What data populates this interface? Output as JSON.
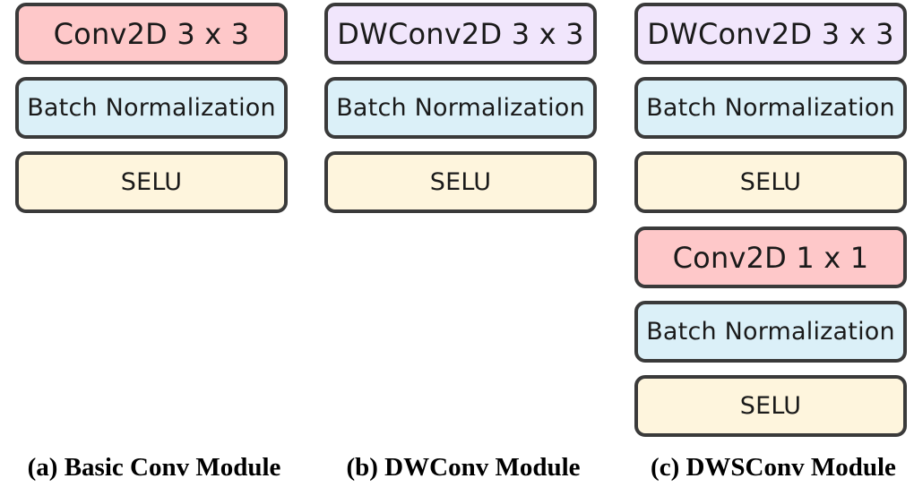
{
  "modules": [
    {
      "caption": "(a) Basic Conv Module",
      "layers": [
        {
          "label": "Conv2D 3 x 3",
          "type": "conv"
        },
        {
          "label": "Batch Normalization",
          "type": "bn"
        },
        {
          "label": "SELU",
          "type": "selu"
        }
      ]
    },
    {
      "caption": "(b) DWConv Module",
      "layers": [
        {
          "label": "DWConv2D 3 x 3",
          "type": "dw"
        },
        {
          "label": "Batch Normalization",
          "type": "bn"
        },
        {
          "label": "SELU",
          "type": "selu"
        }
      ]
    },
    {
      "caption": "(c) DWSConv Module",
      "layers": [
        {
          "label": "DWConv2D 3 x 3",
          "type": "dw"
        },
        {
          "label": "Batch Normalization",
          "type": "bn"
        },
        {
          "label": "SELU",
          "type": "selu"
        },
        {
          "label": "Conv2D 1 x 1",
          "type": "conv"
        },
        {
          "label": "Batch Normalization",
          "type": "bn"
        },
        {
          "label": "SELU",
          "type": "selu"
        }
      ]
    }
  ],
  "colors": {
    "conv": "#fec8c9",
    "dw": "#f1e6fc",
    "bn": "#dbf0f8",
    "selu": "#fef5dd",
    "border": "#3a3a3a"
  }
}
